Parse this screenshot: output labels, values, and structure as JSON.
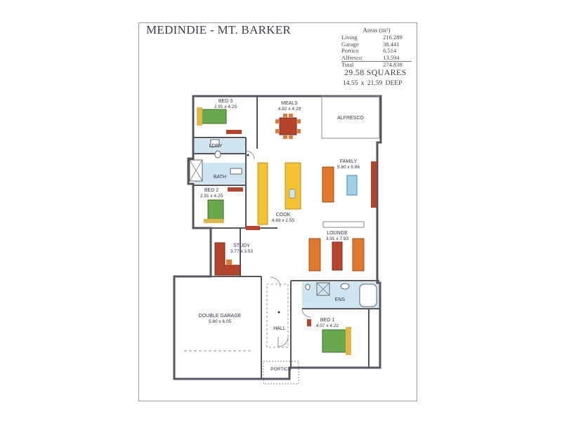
{
  "title": "MEDINDIE - MT. BARKER",
  "areas": {
    "heading": "Areas (m²)",
    "rows": [
      {
        "label": "Living",
        "value": "216.289"
      },
      {
        "label": "Garage",
        "value": "38.441"
      },
      {
        "label": "Portico",
        "value": "6.514"
      },
      {
        "label": "Alfresco",
        "value": "13.594"
      }
    ],
    "total": {
      "label": "Total",
      "value": "274.838"
    }
  },
  "squares": "29.58 SQUARES",
  "dimensions": "14.55 x 21.59 DEEP",
  "rooms": {
    "bed3": {
      "name": "BED 3",
      "size": "2.91 x 4.25"
    },
    "meals": {
      "name": "MEALS",
      "size": "4.82 x 4.29"
    },
    "alfresco": {
      "name": "ALFRESCO"
    },
    "ldry": {
      "name": "LDRY"
    },
    "bath": {
      "name": "BATH"
    },
    "family": {
      "name": "FAMILY",
      "size": "5.80 x 5.86"
    },
    "bed2": {
      "name": "BED 2",
      "size": "2.91 x 4.25"
    },
    "cook": {
      "name": "COOK",
      "size": "4.69 x 2.55"
    },
    "lounge": {
      "name": "LOUNGE",
      "size": "3.91 x 7.93"
    },
    "study": {
      "name": "STUDY",
      "size": "3.77 x 3.53"
    },
    "double_garage": {
      "name": "DOUBLE GARAGE",
      "size": "5.80 x 6.05"
    },
    "ens": {
      "name": "ENS"
    },
    "hall": {
      "name": "HALL"
    },
    "bed1": {
      "name": "BED 1",
      "size": "4.07 x 4.22"
    },
    "portico": {
      "name": "PORTICO"
    }
  },
  "colors": {
    "wall": "#555560",
    "bed_green": "#6aa84f",
    "table_brown": "#b4452c",
    "sofa_orange": "#e0782e",
    "bench_yellow": "#f2c230",
    "wet_blue": "#cfe6f2",
    "rug_blue": "#9fd0ea"
  }
}
